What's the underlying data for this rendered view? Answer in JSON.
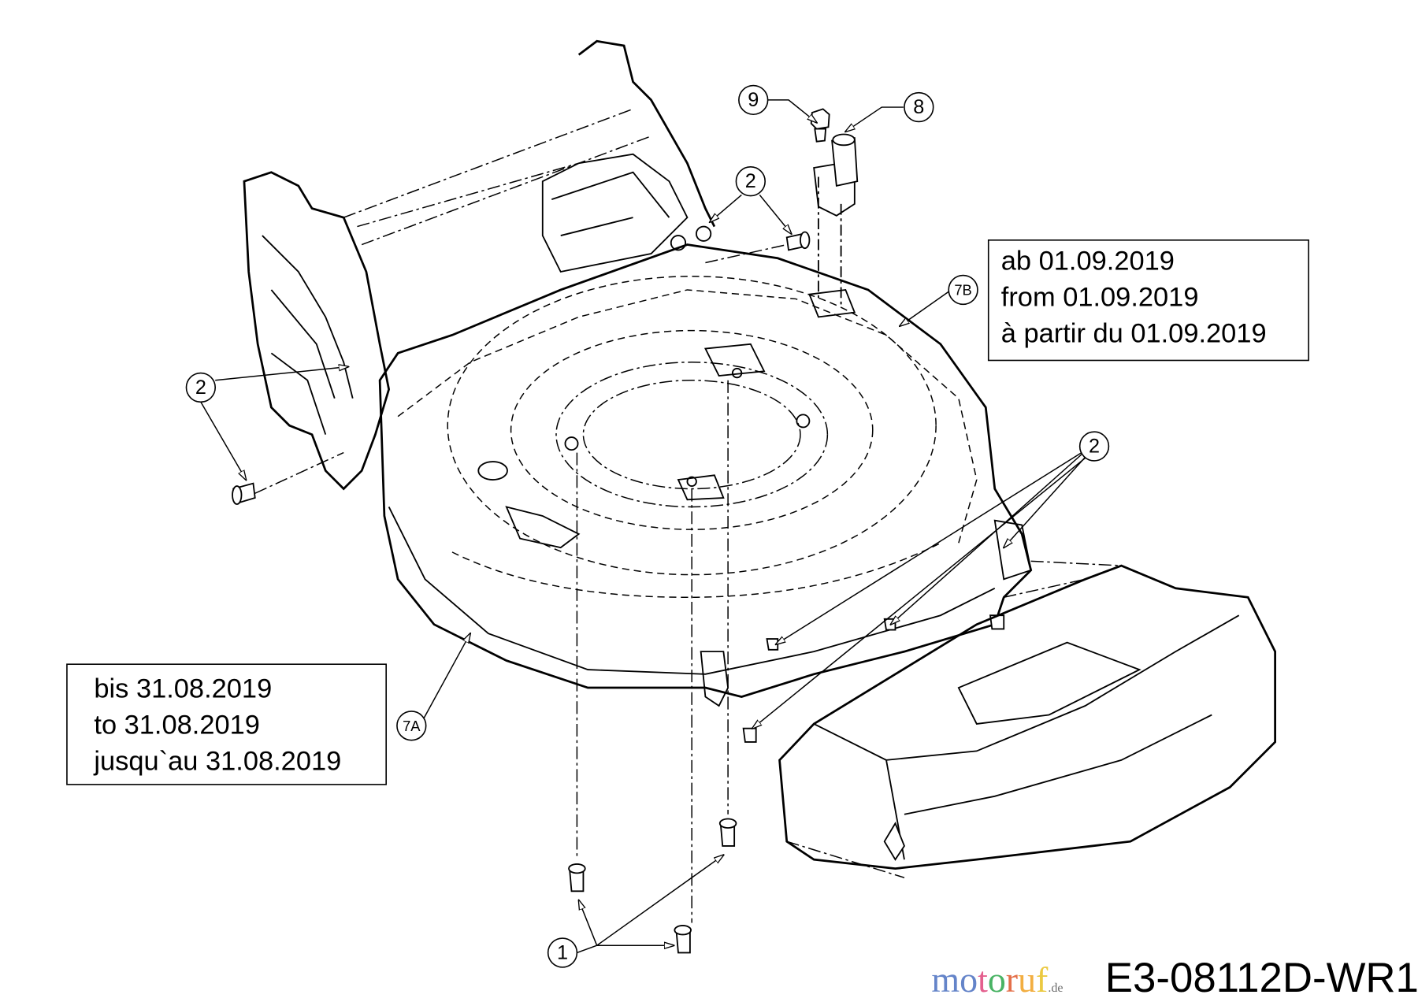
{
  "callouts": {
    "c1": "1",
    "c2": "2",
    "c7a": "7A",
    "c7b": "7B",
    "c8": "8",
    "c9": "9"
  },
  "note_after": {
    "lines": [
      "ab 01.09.2019",
      "from 01.09.2019",
      "à partir du 01.09.2019"
    ]
  },
  "note_before": {
    "lines": [
      "bis 31.08.2019",
      "to 31.08.2019",
      "jusqu`au 31.08.2019"
    ]
  },
  "diagram_code": "E3-08112D-WR1",
  "watermark": {
    "letters": [
      "m",
      "o",
      "t",
      "o",
      "r",
      "u",
      "f"
    ],
    "colors": [
      "#4a6fc0",
      "#4a6fc0",
      "#e0457b",
      "#2aa64a",
      "#e0562a",
      "#f0a020",
      "#e8c020"
    ],
    "suffix": ".de"
  }
}
